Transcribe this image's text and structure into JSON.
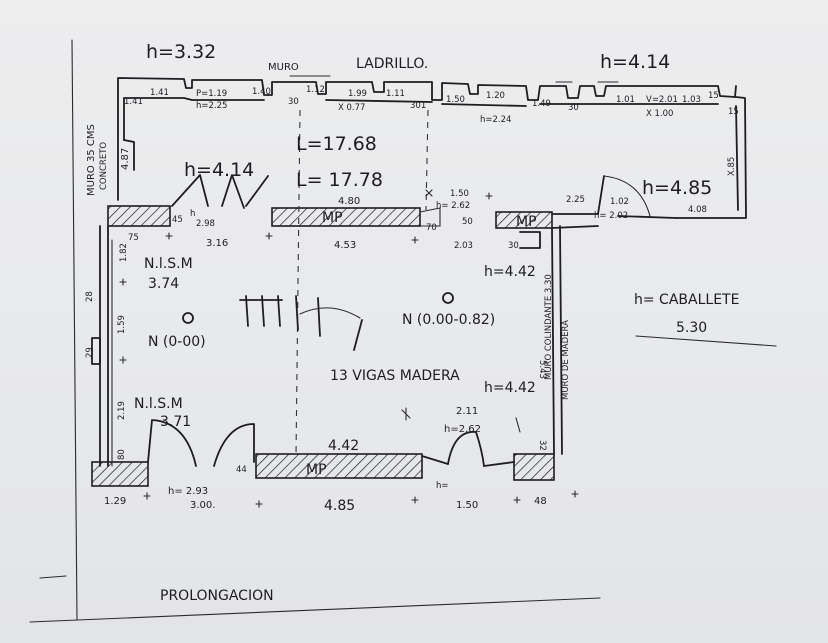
{
  "labels": {
    "h_332": "h=3.32",
    "muro": "MURO",
    "ladrillo": "LADRILLO.",
    "h_414_top": "h=4.14",
    "d141": "1.41",
    "d141b": "1.41",
    "p119": "P=1.19",
    "h225": "h=2.25",
    "d140": "1.40",
    "d30a": "30",
    "d112": "1.12",
    "d199": "1.99",
    "x077": "X 0.77",
    "d111": "1.11",
    "d301": "301",
    "d150a": "1.50",
    "d120": "1.20",
    "h224": "h=2.24",
    "d149": "1.49",
    "d30b": "30",
    "d101": "1.01",
    "v201": "V=2.01",
    "d103": "1.03",
    "d15": "15",
    "x100": "X 1.00",
    "d15b": "15",
    "x085": "X.85",
    "muro35": "MURO 35 CMS",
    "concreto": "CONCRETO",
    "d487": "4.87",
    "l1768": "L=17.68",
    "l1778": "L= 17.78",
    "h414": "h=4.14",
    "d480": "4.80",
    "d150b": "1.50",
    "h262": "h= 2.62",
    "d225": "2.25",
    "d102": "1.02",
    "h202": "h= 2.02",
    "h485": "h=4.85",
    "d408": "4.08",
    "d45": "45",
    "h298": "h",
    "h298b": "2.98",
    "mp1": "MP",
    "d70": "70",
    "d50": "50",
    "mp2": "MP",
    "d75": "75",
    "d316": "3.16",
    "d453": "4.53",
    "d203": "2.03",
    "d30c": "30",
    "d182": "1.82",
    "nls1": "N.l.S.M",
    "d374": "3.74",
    "h442": "h=4.42",
    "muroColl": "MURO COLINDANTE 3.30",
    "hcab": "h= CABALLETE",
    "d530": "5.30",
    "d28": "28",
    "d159": "1.59",
    "n000": "N (0-00)",
    "n082": "N (0.00-0.82)",
    "vigas": "13 VIGAS MADERA",
    "d543": "5.43",
    "muroMad": "MURO DE MADERA",
    "d29": "29",
    "h442b": "h=4.42",
    "nls2": "N.l.S.M",
    "d371": "3.71",
    "d219": "2.19",
    "d211": "2.11",
    "h262b": "h=2.62",
    "d32": "32",
    "d442": "4.42",
    "d80": "80",
    "d44": "44",
    "mp3": "MP",
    "hEq": "h=",
    "h293": "h= 2.93",
    "x300": "3.00.",
    "d129": "1.29",
    "d485": "4.85",
    "d150c": "1.50",
    "d48": "48",
    "prolong": "PROLONGACION"
  }
}
